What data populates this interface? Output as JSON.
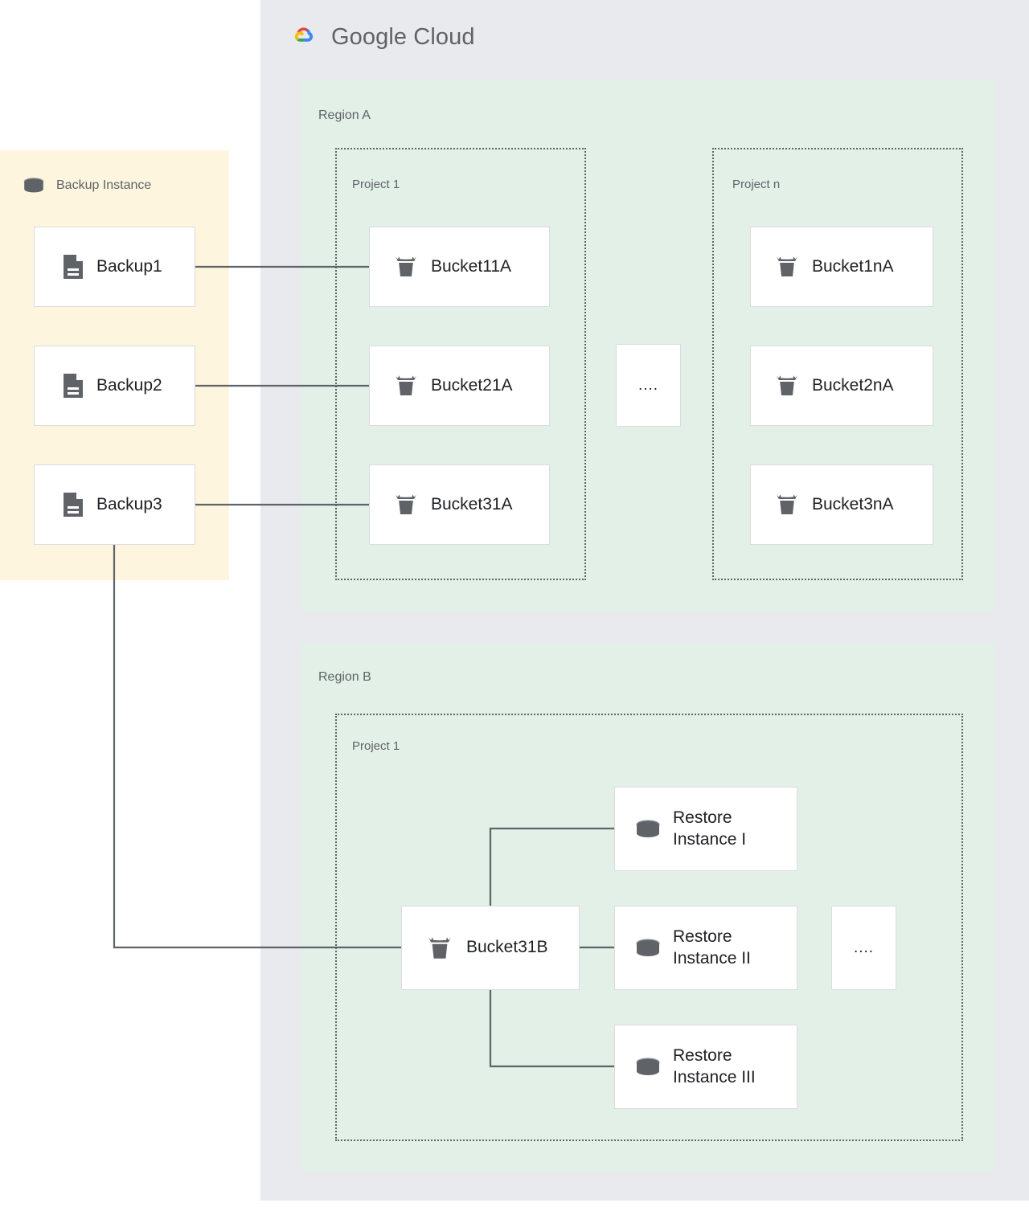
{
  "brand": {
    "logo_text_bold": "Google",
    "logo_text_light": "Cloud",
    "logo_icon": "google-cloud-logo-icon",
    "colors": {
      "panel_bg": "#e8eaed",
      "region_bg": "#e2f0e7",
      "backup_bg": "#fdf5dd",
      "card_bg": "#ffffff",
      "card_border": "#dadce0",
      "icon_gray": "#5f6368",
      "text_dark": "#202124",
      "edge": "#5f6368",
      "logo_red": "#ea4335",
      "logo_blue": "#4285f4",
      "logo_yellow": "#fbbc04",
      "logo_green": "#34a853"
    }
  },
  "backup_panel": {
    "title": "Backup Instance",
    "icon": "database-cylinder-icon",
    "items": [
      {
        "label": "Backup1",
        "icon": "document-icon"
      },
      {
        "label": "Backup2",
        "icon": "document-icon"
      },
      {
        "label": "Backup3",
        "icon": "document-icon"
      }
    ]
  },
  "regions": [
    {
      "label": "Region A",
      "projects": [
        {
          "label": "Project 1",
          "nodes": [
            {
              "label": "Bucket11A",
              "icon": "storage-bucket-icon"
            },
            {
              "label": "Bucket21A",
              "icon": "storage-bucket-icon"
            },
            {
              "label": "Bucket31A",
              "icon": "storage-bucket-icon"
            }
          ]
        },
        {
          "label": "Project n",
          "nodes": [
            {
              "label": "Bucket1nA",
              "icon": "storage-bucket-icon"
            },
            {
              "label": "Bucket2nA",
              "icon": "storage-bucket-icon"
            },
            {
              "label": "Bucket3nA",
              "icon": "storage-bucket-icon"
            }
          ]
        }
      ],
      "ellipsis": "...."
    },
    {
      "label": "Region B",
      "projects": [
        {
          "label": "Project 1",
          "nodes": [
            {
              "label": "Bucket31B",
              "icon": "storage-bucket-icon"
            },
            {
              "label": "Restore\nInstance I",
              "icon": "database-cylinder-icon"
            },
            {
              "label": "Restore\nInstance II",
              "icon": "database-cylinder-icon"
            },
            {
              "label": "Restore\nInstance III",
              "icon": "database-cylinder-icon"
            }
          ]
        }
      ],
      "ellipsis": "...."
    }
  ]
}
